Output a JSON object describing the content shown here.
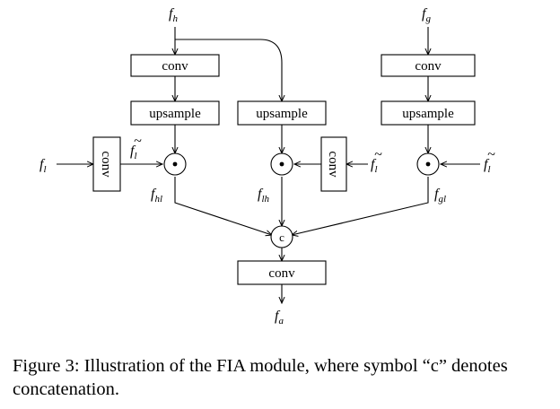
{
  "diagram": {
    "nodes": {
      "conv_top_left": "conv",
      "conv_top_right": "conv",
      "upsample_left": "upsample",
      "upsample_mid": "upsample",
      "upsample_right": "upsample",
      "conv_vert_left": "conv",
      "conv_vert_right": "conv",
      "conv_bottom": "conv",
      "concat": "c",
      "mult_symbol": "⊙"
    },
    "variables": {
      "fh": {
        "base": "f",
        "sub": "h"
      },
      "fg": {
        "base": "f",
        "sub": "g"
      },
      "fl": {
        "base": "f",
        "sub": "l"
      },
      "fl_tilde_a": {
        "base": "f",
        "sub": "l",
        "tilde": "~"
      },
      "fl_tilde_b": {
        "base": "f",
        "sub": "l",
        "tilde": "~"
      },
      "fl_tilde_c": {
        "base": "f",
        "sub": "l",
        "tilde": "~"
      },
      "fhl": {
        "base": "f",
        "sub": "hl"
      },
      "flh": {
        "base": "f",
        "sub": "lh"
      },
      "fgl": {
        "base": "f",
        "sub": "gl"
      },
      "fa": {
        "base": "f",
        "sub": "a"
      }
    }
  },
  "caption": "Figure 3: Illustration of the FIA module, where symbol “c” denotes concatenation."
}
